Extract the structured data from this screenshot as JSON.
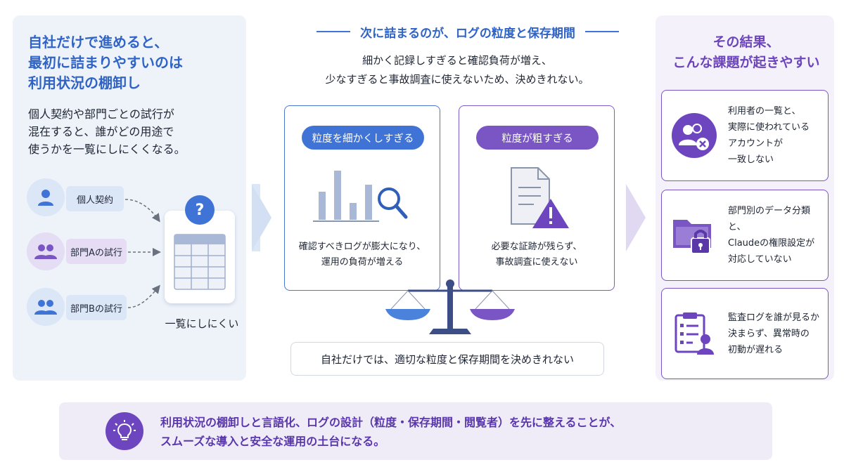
{
  "left": {
    "title": "自社だけで進めると、\n最初に詰まりやすいのは\n利用状況の棚卸し",
    "description": "個人契約や部門ごとの試行が\n混在すると、誰がどの用途で\n使うかを一覧にしにくくなる。",
    "tags": [
      "個人契約",
      "部門Aの試行",
      "部門Bの試行"
    ],
    "sheet_caption": "一覧にしにくい",
    "question_mark": "?"
  },
  "middle": {
    "heading": "次に詰まるのが、ログの粒度と保存期間",
    "description": "細かく記録しすぎると確認負荷が増え、\n少なすぎると事故調査に使えないため、決めきれない。",
    "box_fine": {
      "label": "粒度を細かくしすぎる",
      "text": "確認すべきログが膨大になり、\n運用の負荷が増える"
    },
    "box_coarse": {
      "label": "粒度が粗すぎる",
      "text": "必要な証跡が残らず、\n事故調査に使えない"
    },
    "bottom": "自社だけでは、適切な粒度と保存期間を決めきれない"
  },
  "right": {
    "title": "その結果、\nこんな課題が起きやすい",
    "issues": [
      {
        "text": "利用者の一覧と、\n実際に使われている\nアカウントが\n一致しない",
        "icon": "user-mismatch-icon"
      },
      {
        "text": "部門別のデータ分類と、\nClaudeの権限設定が\n対応していない",
        "icon": "folder-lock-icon"
      },
      {
        "text": "監査ログを誰が見るか\n決まらず、異常時の\n初動が遅れる",
        "icon": "clipboard-user-icon"
      }
    ]
  },
  "footer": {
    "text": "利用状況の棚卸しと言語化、ログの設計（粒度・保存期間・閲覧者）を先に整えることが、\nスムーズな導入と安全な運用の土台になる。"
  },
  "colors": {
    "blue": "#3f74d6",
    "purple": "#7a56c4",
    "left_panel": "#eef3fa",
    "right_panel": "#f4f1fa"
  }
}
